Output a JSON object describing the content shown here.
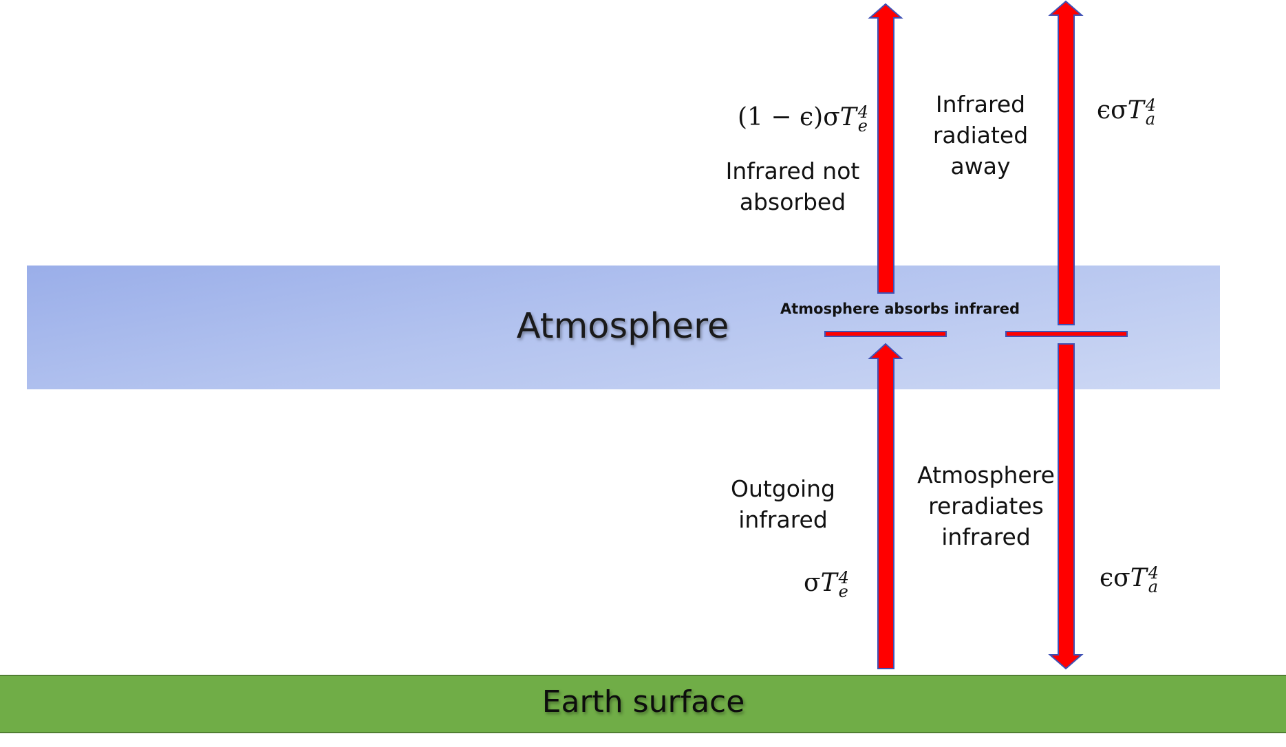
{
  "atmosphere_label": "Atmosphere",
  "earth_label": "Earth surface",
  "absorbs_label": "Atmosphere absorbs infrared",
  "not_absorbed_label_line1": "Infrared not",
  "not_absorbed_label_line2": "absorbed",
  "radiated_away_line1": "Infrared",
  "radiated_away_line2": "radiated away",
  "outgoing_line1": "Outgoing",
  "outgoing_line2": "infrared",
  "reradiates_line1": "Atmosphere",
  "reradiates_line2": "reradiates",
  "reradiates_line3": "infrared",
  "formula_not_absorbed": {
    "prefix": "(1 − ϵ)σ",
    "var": "T",
    "sup": "4",
    "sub": "e"
  },
  "formula_radiated_away": {
    "prefix": "ϵσ",
    "var": "T",
    "sup": "4",
    "sub": "a"
  },
  "formula_outgoing": {
    "prefix": "σ",
    "var": "T",
    "sup": "4",
    "sub": "e"
  },
  "formula_reradiated": {
    "prefix": "ϵσ",
    "var": "T",
    "sup": "4",
    "sub": "a"
  },
  "colors": {
    "arrow_fill": "#ff0000",
    "arrow_stroke": "#3f51b5",
    "atmosphere": "#b3c3ef",
    "earth": "#70ad47"
  }
}
